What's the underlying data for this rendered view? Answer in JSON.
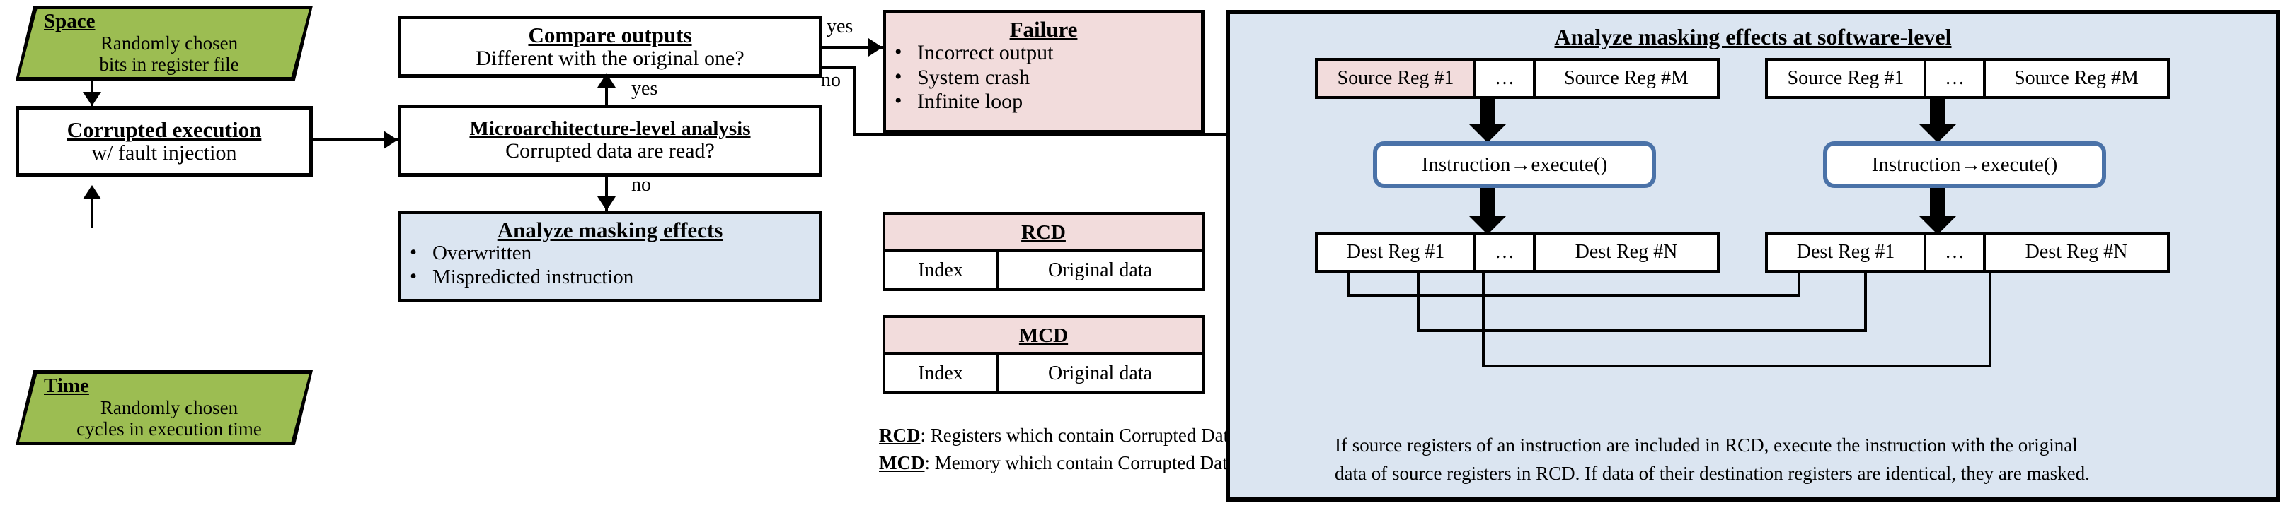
{
  "colors": {
    "green": "#9cbd52",
    "pink": "#f2dcdc",
    "blue": "#dbe5f1",
    "instruction_border": "#4a72a8",
    "stroke": "#000000"
  },
  "left_column": {
    "space": {
      "title": "Space",
      "line1": "Randomly chosen",
      "line2": "bits in register file"
    },
    "corrupted_execution": {
      "title": "Corrupted execution",
      "subtitle": "w/ fault injection"
    },
    "time": {
      "title": "Time",
      "line1": "Randomly chosen",
      "line2": "cycles in execution time"
    }
  },
  "middle_column": {
    "compare_outputs": {
      "title": "Compare outputs",
      "subtitle": "Different with the original one?"
    },
    "microarch": {
      "title": "Microarchitecture-level analysis",
      "subtitle": "Corrupted data are read?"
    },
    "analyze_masking": {
      "title": "Analyze masking effects",
      "bullets": [
        "Overwritten",
        "Mispredicted instruction"
      ]
    }
  },
  "edge_labels": {
    "yes_to_failure": "yes",
    "no_to_software": "no",
    "yes_to_compare": "yes",
    "no_to_masking": "no"
  },
  "failure": {
    "title": "Failure",
    "bullets": [
      "Incorrect output",
      "System crash",
      "Infinite loop"
    ]
  },
  "tables": [
    {
      "name": "RCD",
      "columns": [
        "Index",
        "Original data"
      ]
    },
    {
      "name": "MCD",
      "columns": [
        "Index",
        "Original data"
      ]
    }
  ],
  "legend": [
    {
      "abbr": "RCD",
      "text": ": Registers which contain Corrupted Data"
    },
    {
      "abbr": "MCD",
      "text": ": Memory which contain Corrupted Data"
    }
  ],
  "right_panel": {
    "title": "Analyze masking effects at software-level",
    "groups": [
      {
        "source_row": [
          "Source Reg #1",
          "…",
          "Source Reg #M"
        ],
        "source_highlight_index": 0,
        "instruction": "Instruction→execute()",
        "dest_row": [
          "Dest Reg #1",
          "…",
          "Dest Reg #N"
        ]
      },
      {
        "source_row": [
          "Source Reg #1",
          "…",
          "Source Reg #M"
        ],
        "source_highlight_index": -1,
        "instruction": "Instruction→execute()",
        "dest_row": [
          "Dest Reg #1",
          "…",
          "Dest Reg #N"
        ]
      }
    ],
    "caption_line1": "If source registers of an instruction are included in RCD, execute the instruction with the original",
    "caption_line2": "data of source registers in RCD. If data of their destination registers are identical, they are masked."
  }
}
